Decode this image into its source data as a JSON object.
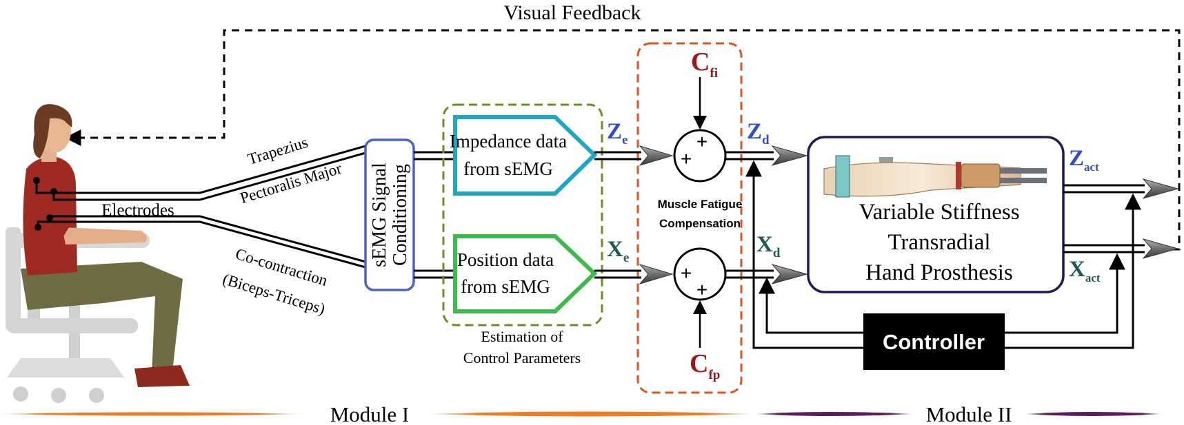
{
  "feedback": {
    "label": "Visual Feedback"
  },
  "electrodes": {
    "label": "Electrodes",
    "trapezius": "Trapezius",
    "pectoralis": "Pectoralis Major",
    "cocontraction": "Co-contraction",
    "biceps_triceps": "(Biceps-Triceps)"
  },
  "conditioning": {
    "line1": "sEMG  Signal",
    "line2": "Conditioning"
  },
  "estimation": {
    "impedance_line1": "Impedance data",
    "impedance_line2": "from sEMG",
    "position_line1": "Position data",
    "position_line2": "from sEMG",
    "caption_line1": "Estimation of",
    "caption_line2": "Control Parameters"
  },
  "signals": {
    "ze_main": "Z",
    "ze_sub": "e",
    "xe_main": "X",
    "xe_sub": "e",
    "zd_main": "Z",
    "zd_sub": "d",
    "xd_main": "X",
    "xd_sub": "d",
    "zact_main": "Z",
    "zact_sub": "act",
    "xact_main": "X",
    "xact_sub": "act",
    "cfi_main": "C",
    "cfi_sub": "fi",
    "cfp_main": "C",
    "cfp_sub": "fp"
  },
  "fatigue": {
    "line1": "Muscle Fatigue",
    "line2": "Compensation",
    "sum_top_sign1": "+",
    "sum_top_sign2": "+",
    "sum_bottom_sign1": "+",
    "sum_bottom_sign2": "+"
  },
  "prosthesis": {
    "line1": "Variable Stiffness",
    "line2": "Transradial",
    "line3": "Hand Prosthesis"
  },
  "controller": {
    "label": "Controller"
  },
  "modules": {
    "module1": "Module I",
    "module2": "Module II"
  },
  "colors": {
    "impedance_box": "#1ea7c5",
    "position_box": "#3dbb4a",
    "estimation_border": "#6b8e23",
    "fatigue_border": "#e0531b",
    "conditioning_border": "#4a63c9",
    "prosthesis_border": "#1f1a5e",
    "z_blue": "#2f4ccf",
    "x_teal": "#1d5a55",
    "c_red": "#a3131b",
    "module1_bar": "#ef7b22",
    "module2_bar": "#5a1d55"
  }
}
